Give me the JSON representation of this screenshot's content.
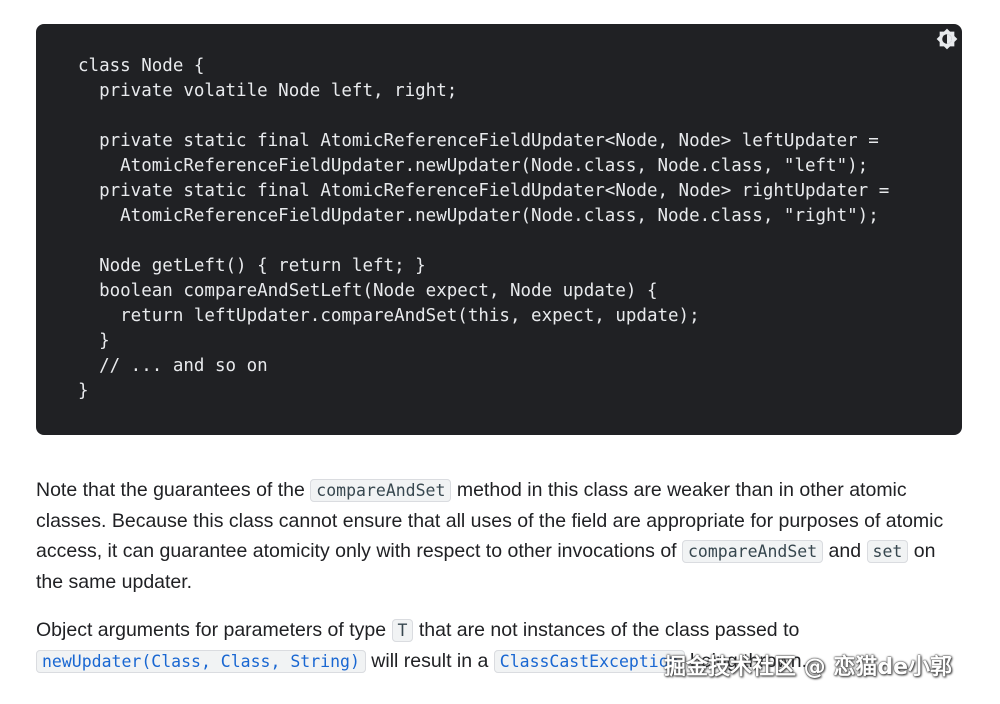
{
  "code": {
    "text": "class Node {\n  private volatile Node left, right;\n\n  private static final AtomicReferenceFieldUpdater<Node, Node> leftUpdater =\n    AtomicReferenceFieldUpdater.newUpdater(Node.class, Node.class, \"left\");\n  private static final AtomicReferenceFieldUpdater<Node, Node> rightUpdater =\n    AtomicReferenceFieldUpdater.newUpdater(Node.class, Node.class, \"right\");\n\n  Node getLeft() { return left; }\n  boolean compareAndSetLeft(Node expect, Node update) {\n    return leftUpdater.compareAndSet(this, expect, update);\n  }\n  // ... and so on\n}",
    "theme_toggle_icon": "brightness-icon"
  },
  "paragraph1": {
    "t1": "Note that the guarantees of the ",
    "c1": "compareAndSet",
    "t2": " method in this class are weaker than in other atomic classes. Because this class cannot ensure that all uses of the field are appropriate for purposes of atomic access, it can guarantee atomicity only with respect to other invocations of ",
    "c2": "compareAndSet",
    "t3": " and ",
    "c3": "set",
    "t4": " on the same updater."
  },
  "paragraph2": {
    "t1": "Object arguments for parameters of type ",
    "c1": "T",
    "t2": " that are not instances of the class passed to ",
    "c2": "newUpdater(Class, Class, String)",
    "t3": " will result in a ",
    "c3": "ClassCastException",
    "t4": " being thrown."
  },
  "watermark": {
    "text": "掘金技术社区 @ 恋猫de小郭"
  },
  "colors": {
    "code_background": "#202124",
    "code_text": "#e8eaed",
    "link": "#1967d2",
    "body_text": "#202124"
  }
}
